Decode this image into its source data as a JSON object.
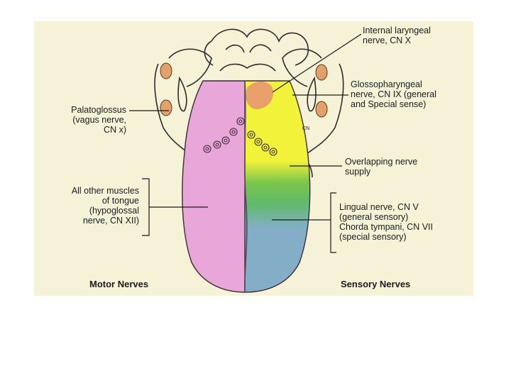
{
  "colors": {
    "background": "#f5f2d8",
    "motor_half": "#e9a6d8",
    "sensory_blue": "#84aec8",
    "glossopharyngeal": "#f2f23a",
    "internal_laryngeal": "#e9a06a",
    "overlap": "#6cc04a"
  },
  "labels": {
    "internal_laryngeal": "Internal laryngeal\nnerve, CN X",
    "glossopharyngeal": "Glossopharyngeal\nnerve, CN IX (general\nand Special sense)",
    "palatoglossus": "Palatoglossus\n(vagus nerve,\nCN x)",
    "overlapping": "Overlapping nerve\nsupply",
    "other_muscles": "All other muscles\nof tongue\n(hypoglossal\nnerve, CN XII)",
    "lingual_chorda": "Lingual nerve, CN V\n(general sensory)\nChorda tympani, CN VII\n(special sensory)",
    "cn_small": "CN"
  },
  "captions": {
    "motor": "Motor Nerves",
    "sensory": "Sensory Nerves"
  }
}
